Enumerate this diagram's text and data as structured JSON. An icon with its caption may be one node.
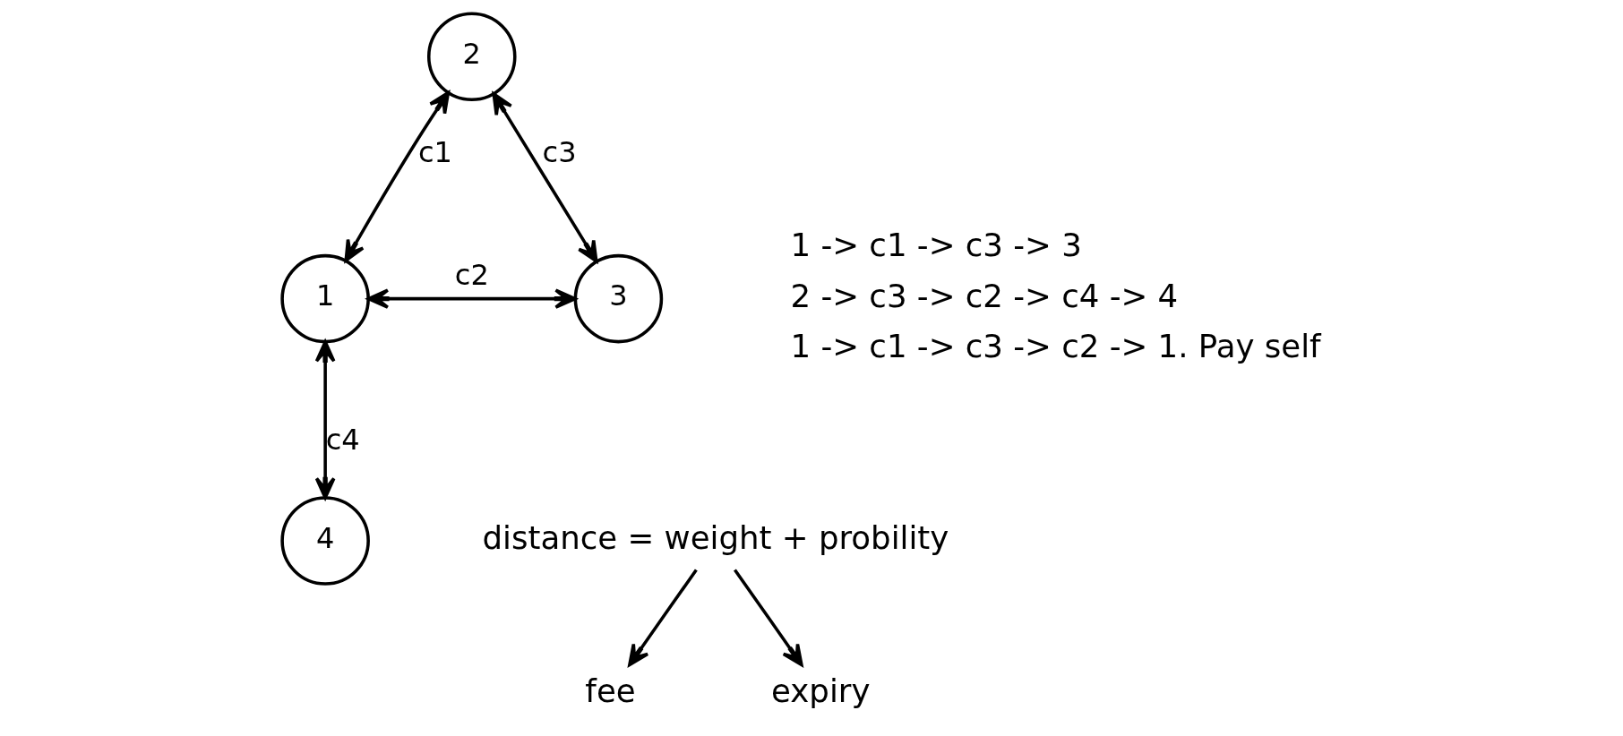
{
  "diagram": {
    "nodes": [
      {
        "text": [
          "2"
        ]
      },
      {
        "text": [
          "1"
        ]
      },
      {
        "text": [
          "3"
        ]
      },
      {
        "text": [
          "4"
        ]
      },
      {
        "text": [
          "distance = weight + probility"
        ]
      },
      {
        "text": [
          "fee"
        ]
      },
      {
        "text": [
          "expiry"
        ]
      }
    ],
    "edges": [
      {
        "from": 0,
        "to": 1,
        "arrow": "both",
        "label": "c1"
      },
      {
        "from": 0,
        "to": 2,
        "arrow": "both",
        "label": "c3"
      },
      {
        "from": 1,
        "to": 2,
        "arrow": "both",
        "label": "c2"
      },
      {
        "from": 1,
        "to": 3,
        "arrow": "both",
        "label": "c4"
      },
      {
        "from": 4,
        "to": 5,
        "arrow": "to"
      },
      {
        "from": 4,
        "to": 6,
        "arrow": "to"
      }
    ],
    "labels": [
      "1 -> c1 -> c3 -> 3",
      "2 -> c3 -> c2 -> c4 -> 4",
      "1 -> c1 -> c3 -> c2 -> 1. Pay self"
    ]
  }
}
